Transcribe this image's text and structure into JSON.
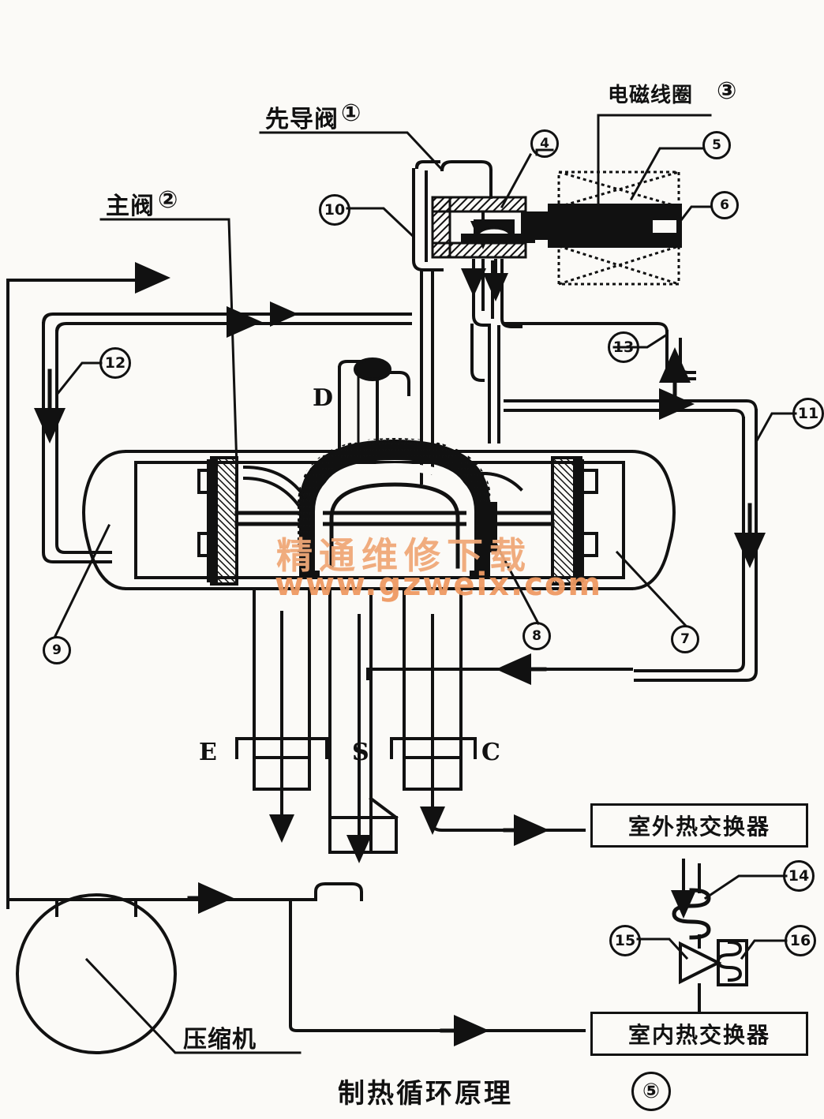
{
  "figure": {
    "caption": "制热循环原理",
    "figure_number": "⑤",
    "background_color": "#fbfaf7",
    "ink_color": "#111111"
  },
  "labels": {
    "pilot_valve": "先导阀",
    "pilot_valve_num": "①",
    "main_valve": "主阀",
    "main_valve_num": "②",
    "solenoid_coil": "电磁线圈",
    "solenoid_coil_num": "③",
    "compressor": "压缩机",
    "outdoor_exchanger": "室外热交换器",
    "indoor_exchanger": "室内热交换器"
  },
  "callouts": [
    {
      "id": "4",
      "text": "4"
    },
    {
      "id": "5",
      "text": "5"
    },
    {
      "id": "6",
      "text": "6"
    },
    {
      "id": "7",
      "text": "7"
    },
    {
      "id": "8",
      "text": "8"
    },
    {
      "id": "9",
      "text": "9"
    },
    {
      "id": "10",
      "text": "10"
    },
    {
      "id": "11",
      "text": "11"
    },
    {
      "id": "12",
      "text": "12"
    },
    {
      "id": "13",
      "text": "13"
    },
    {
      "id": "14",
      "text": "14"
    },
    {
      "id": "15",
      "text": "15"
    },
    {
      "id": "16",
      "text": "16"
    }
  ],
  "ports": {
    "d": "D",
    "e": "E",
    "s": "S",
    "c": "C"
  },
  "watermark": {
    "line1": "精通维修下载",
    "line2": "www.gzweix.com",
    "color1": "#f0a878",
    "color2": "#ef9a63"
  }
}
